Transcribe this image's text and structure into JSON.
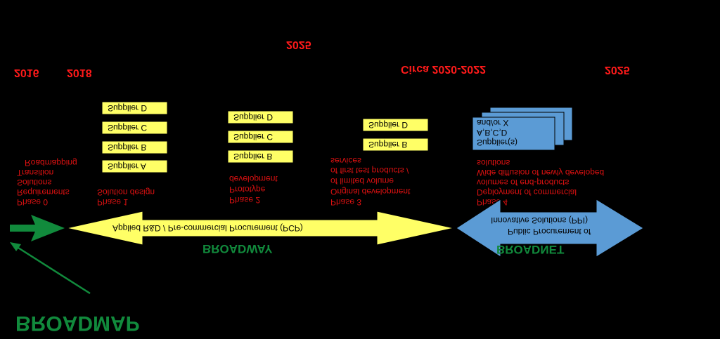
{
  "years": {
    "y2016": "2016",
    "y2018": "2018",
    "y2025_top": "2025",
    "circa": "Circa 2020-2022",
    "y2025_right": "2025"
  },
  "phases": {
    "phase0": [
      "Phase 0",
      "Requirements",
      "Solutions",
      "Transition",
      "Roadmapping"
    ],
    "phase1": [
      "Phase 1",
      "Solution design"
    ],
    "phase2": [
      "Phase 2",
      "Prototype",
      "development"
    ],
    "phase3": [
      "Phase 3",
      "Original development",
      "of limited volume",
      "of first test products /",
      "services"
    ],
    "phase4": [
      "Phase 4",
      "Deployment of commercial",
      "volumes of end-products",
      "Wide diffusion of newly developed",
      "solutions"
    ]
  },
  "suppliers": {
    "col1": [
      "Supplier D",
      "Supplier C",
      "Supplier B",
      "Supplier A"
    ],
    "col2": [
      "Supplier D",
      "Supplier C",
      "Supplier B"
    ],
    "col3": [
      "Supplier D",
      "Supplier B"
    ],
    "stack": [
      "Supplier(s)",
      "A,B,C,D",
      "and/or X"
    ]
  },
  "arrows": {
    "pcp": "Applied R&D / Pre-commercial Procurement (PCP)",
    "ppi_1": "Public Procurement of",
    "ppi_2": "Innovative Solutions (PPI)"
  },
  "titles": {
    "broadway": "BROADWAY",
    "broadnet": "BROADNET",
    "broadmap": "BROADMAP"
  },
  "colors": {
    "year_red": "#ff1a1a",
    "supplier_yellow": "#ffff66",
    "arrow_yellow": "#ffff66",
    "arrow_blue": "#5b9bd5",
    "green": "#118a3c"
  }
}
